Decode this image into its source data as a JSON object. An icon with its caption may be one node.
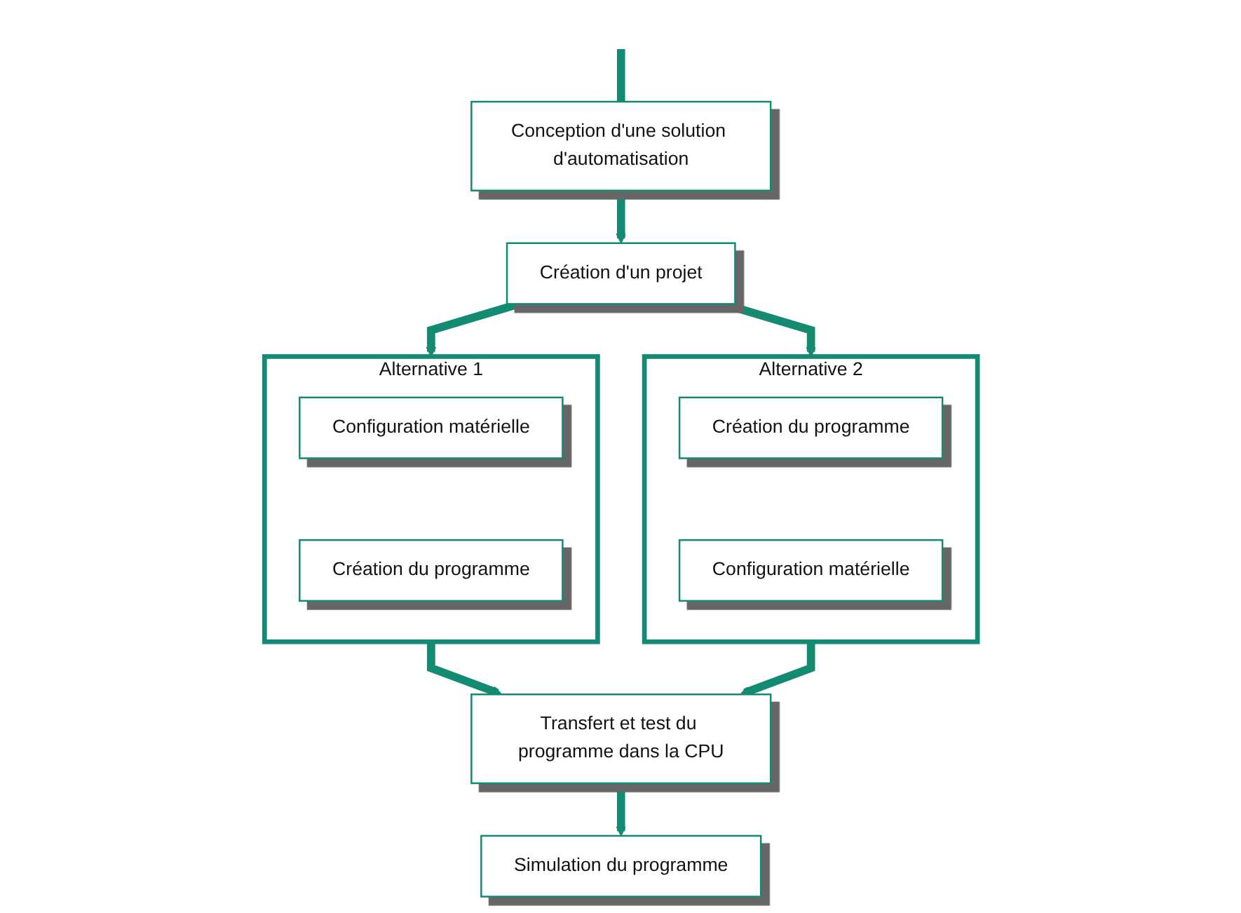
{
  "diagram": {
    "nodes": [
      {
        "text": [
          "Conception d'une solution d'automatisation"
        ]
      },
      {
        "text": [
          "Création d'un projet"
        ]
      },
      {
        "text": [
          "Alternative 1"
        ]
      },
      {
        "text": [
          "Configuration matérielle"
        ],
        "in": 2
      },
      {
        "text": [
          "Création du programme"
        ],
        "in": 2
      },
      {
        "text": [
          "Alternative 2"
        ]
      },
      {
        "text": [
          "Création du programme"
        ],
        "in": 5
      },
      {
        "text": [
          "Configuration matérielle"
        ],
        "in": 5
      },
      {
        "text": [
          "Transfert et test du programme dans la CPU"
        ]
      },
      {
        "text": [
          "Simulation du programme"
        ]
      }
    ],
    "edges": [
      {
        "from": null,
        "to": 0,
        "arrow": "none"
      },
      {
        "from": 0,
        "to": 1,
        "arrow": "to"
      },
      {
        "from": 1,
        "to": 2,
        "arrow": "to"
      },
      {
        "from": 1,
        "to": 5,
        "arrow": "to"
      },
      {
        "from": 2,
        "to": 8,
        "arrow": "to"
      },
      {
        "from": 5,
        "to": 8,
        "arrow": "to"
      },
      {
        "from": 8,
        "to": 9,
        "arrow": "to"
      }
    ]
  }
}
